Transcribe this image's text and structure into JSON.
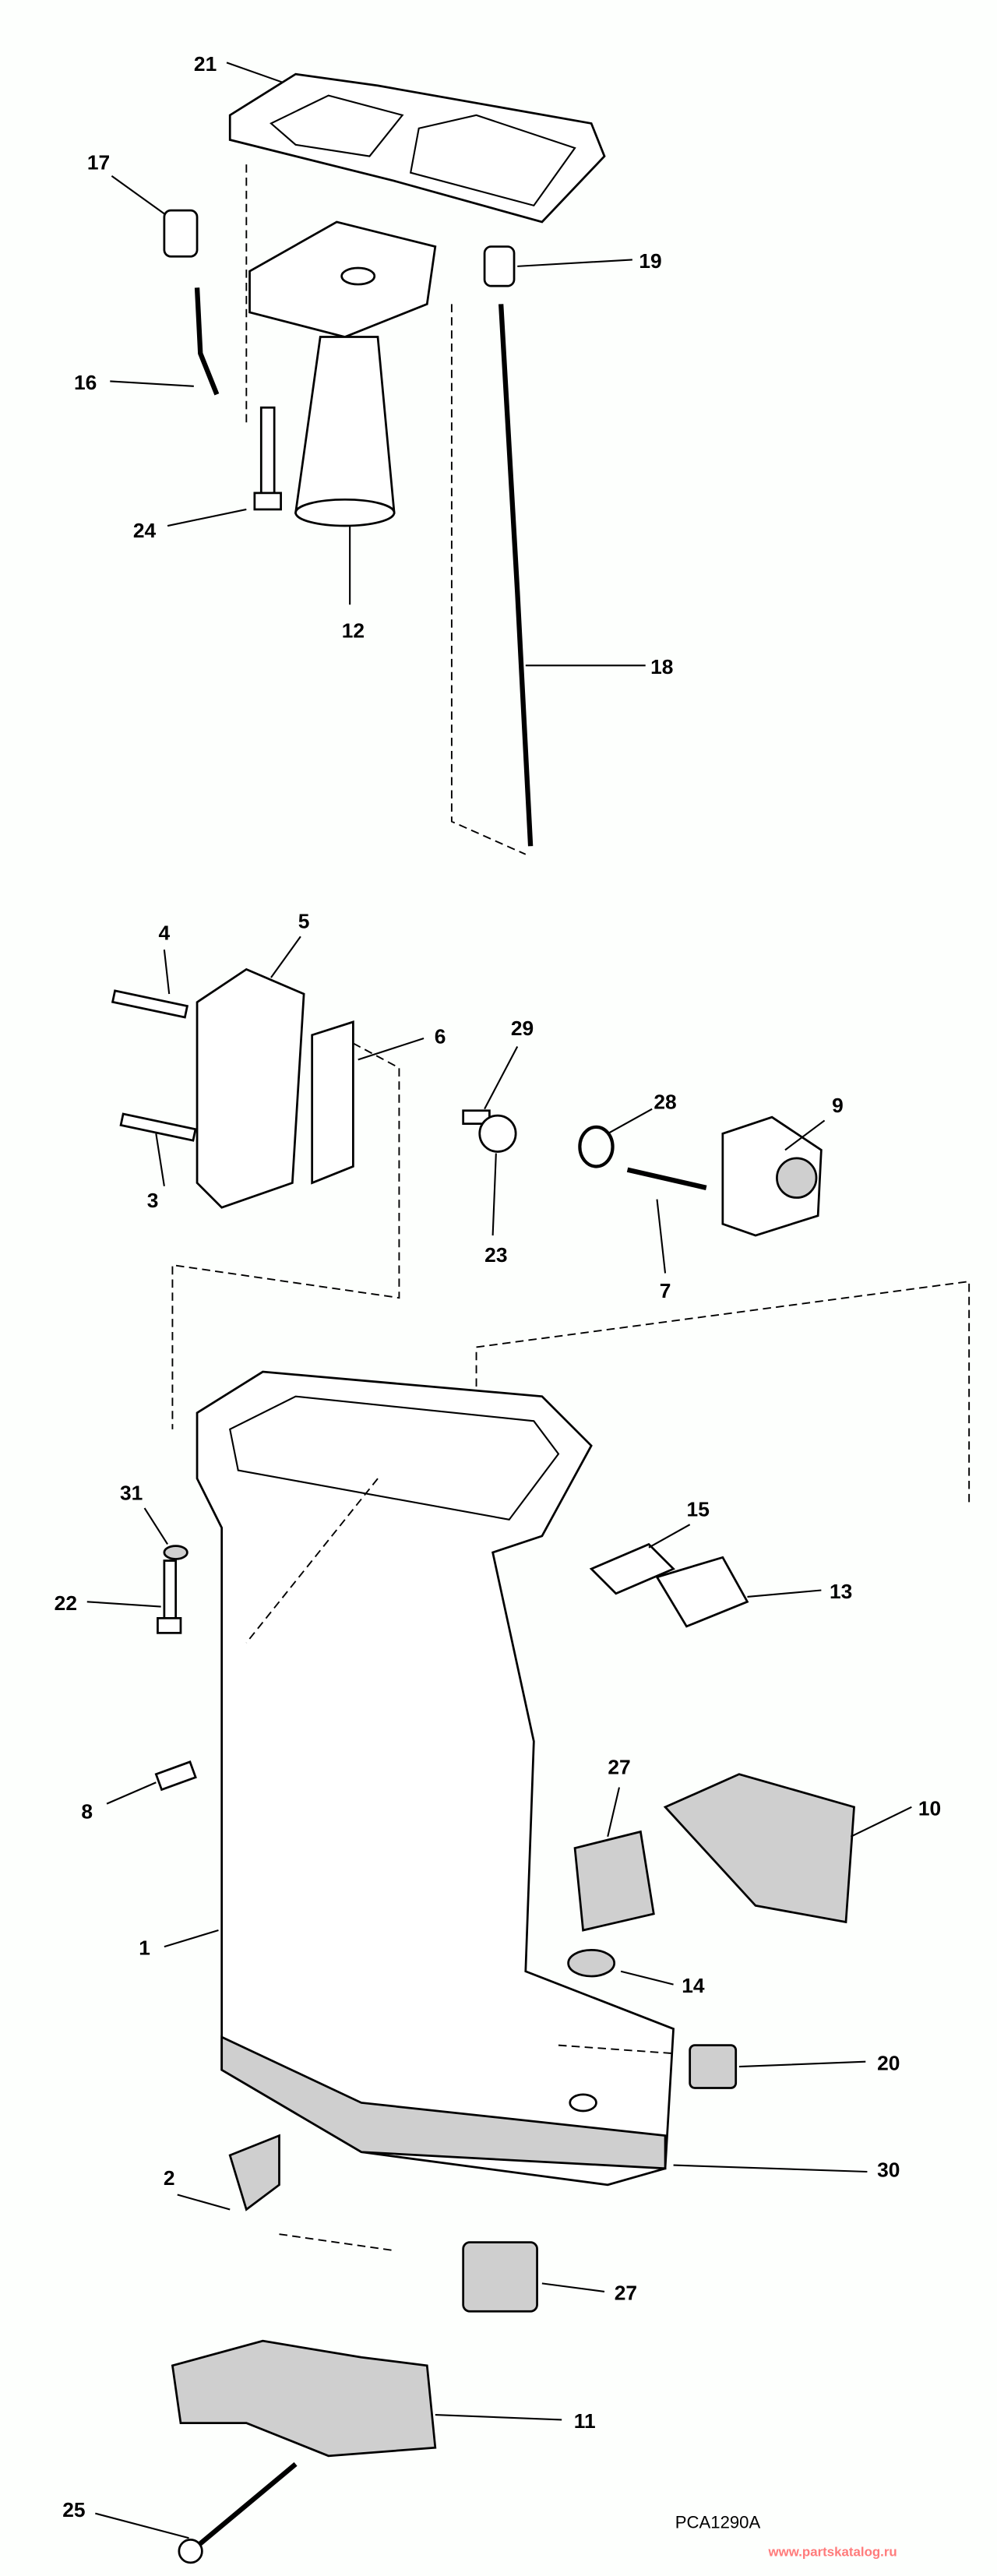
{
  "diagram": {
    "type": "exploded parts diagram",
    "callouts": [
      "1",
      "2",
      "3",
      "4",
      "5",
      "6",
      "7",
      "8",
      "9",
      "10",
      "11",
      "12",
      "13",
      "14",
      "15",
      "16",
      "17",
      "18",
      "19",
      "20",
      "21",
      "22",
      "23",
      "24",
      "25",
      "27",
      "27",
      "28",
      "29",
      "30",
      "31"
    ],
    "drawing_code": "PCA1290A",
    "watermark": "www.partskatalog.ru"
  }
}
